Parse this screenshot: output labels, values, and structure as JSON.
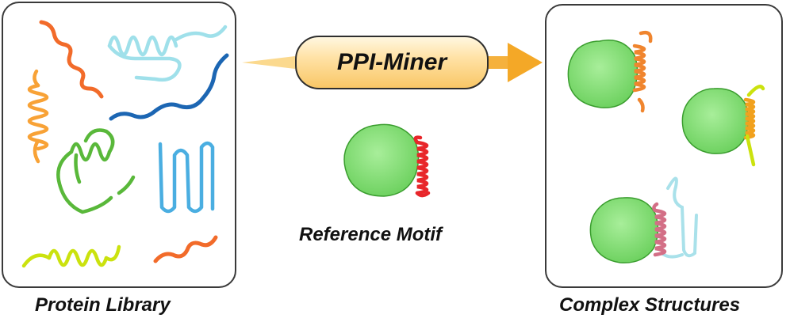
{
  "figure": {
    "left_panel": {
      "caption": "Protein Library"
    },
    "center": {
      "tool_label": "PPI-Miner",
      "motif_caption": "Reference Motif"
    },
    "right_panel": {
      "caption": "Complex Structures"
    },
    "colors": {
      "globule": "#86e07a",
      "arrow": "#f5b13d",
      "reference_helix": "#e8262a",
      "panel_border": "#3a3a3a"
    }
  }
}
